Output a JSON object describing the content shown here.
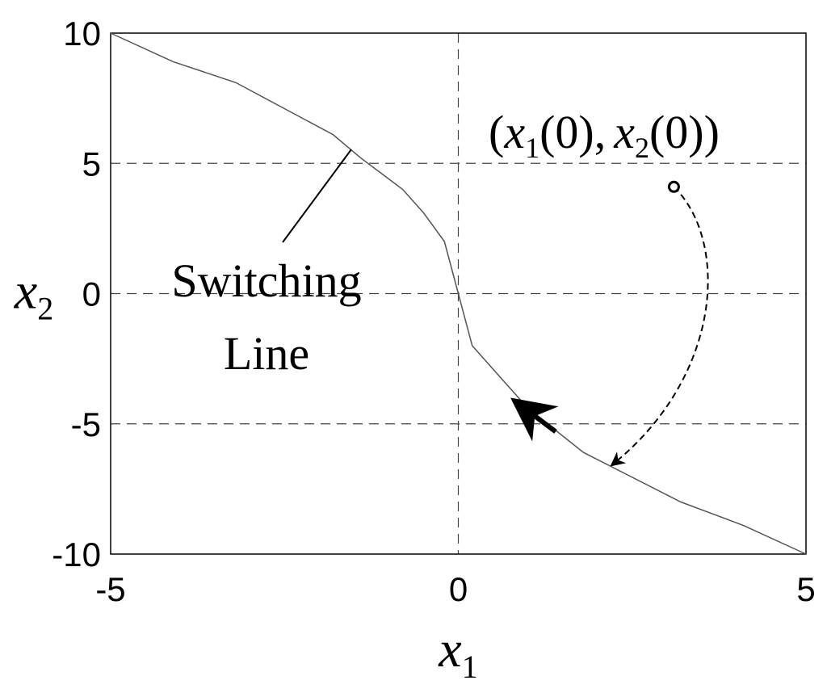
{
  "chart_data": {
    "type": "line",
    "xlim": [
      -5,
      5
    ],
    "ylim": [
      -10,
      10
    ],
    "x_ticks": [
      "-5",
      "0",
      "5"
    ],
    "y_ticks": [
      "10",
      "5",
      "0",
      "-5",
      "-10"
    ],
    "xlabel": {
      "var": "x",
      "sub": "1"
    },
    "ylabel": {
      "var": "x",
      "sub": "2"
    },
    "grid": "dashed lines at x=0 and y=5, 0, -5",
    "series": [
      {
        "x": [
          -5,
          -4.1,
          -3.2,
          -2.5,
          -1.8,
          -1.4,
          -1.1,
          -0.8,
          -0.5,
          -0.2,
          0,
          0.2,
          0.6,
          1.0,
          1.8,
          3.2,
          4.1,
          5
        ],
        "y": [
          10,
          8.9,
          8.1,
          7.1,
          6.1,
          5.2,
          4.6,
          4.0,
          3.1,
          2.0,
          0,
          -2.0,
          -3.2,
          -4.4,
          -6.1,
          -8.0,
          -8.9,
          -10
        ]
      }
    ],
    "trajectory": {
      "start": [
        3.1,
        4.1
      ],
      "control_1": [
        3.9,
        2.0
      ],
      "control_2": [
        3.8,
        -3.2
      ],
      "end": [
        2.2,
        -6.6
      ]
    },
    "arrow_on_line": {
      "from": [
        1.4,
        -5.3
      ],
      "to": [
        0.8,
        -4.1
      ]
    },
    "annotations": {
      "initial_point": {
        "open": "(",
        "var1": "x",
        "sub1": "1",
        "arg1": "(0),",
        "var2": "x",
        "sub2": "2",
        "arg2": "(0))"
      },
      "switching_line": [
        "Switching",
        "Line"
      ]
    }
  }
}
